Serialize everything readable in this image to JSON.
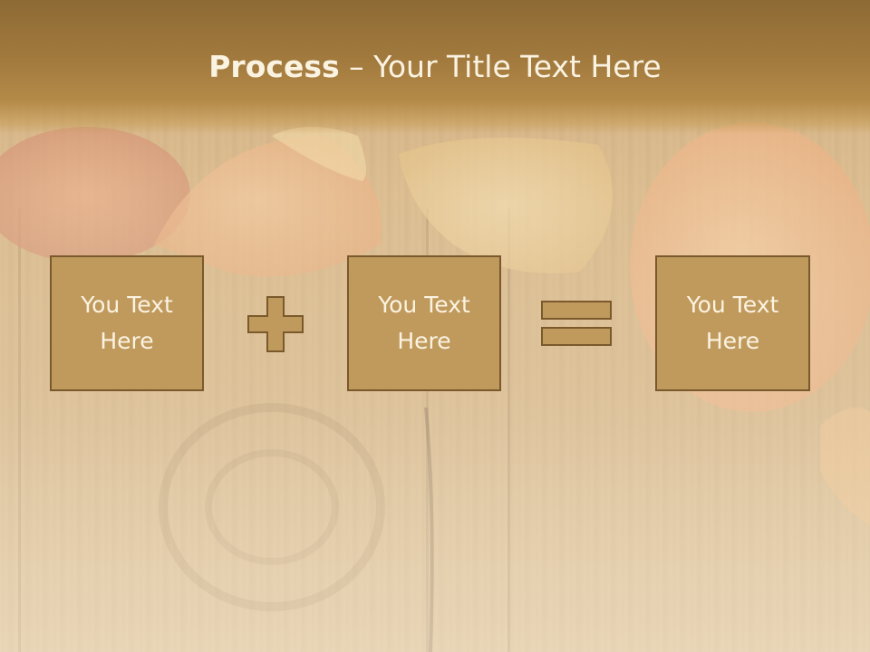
{
  "title": {
    "bold": "Process",
    "rest": " – Your Title Text Here"
  },
  "boxes": [
    {
      "text": "You Text Here"
    },
    {
      "text": "You Text Here"
    },
    {
      "text": "You Text Here"
    }
  ],
  "operators": [
    "plus",
    "equals"
  ],
  "colors": {
    "title_band": "#a27a3e",
    "box_fill": "#c09a5c",
    "box_border": "#7a5a2c",
    "text": "#fbf3e2"
  }
}
